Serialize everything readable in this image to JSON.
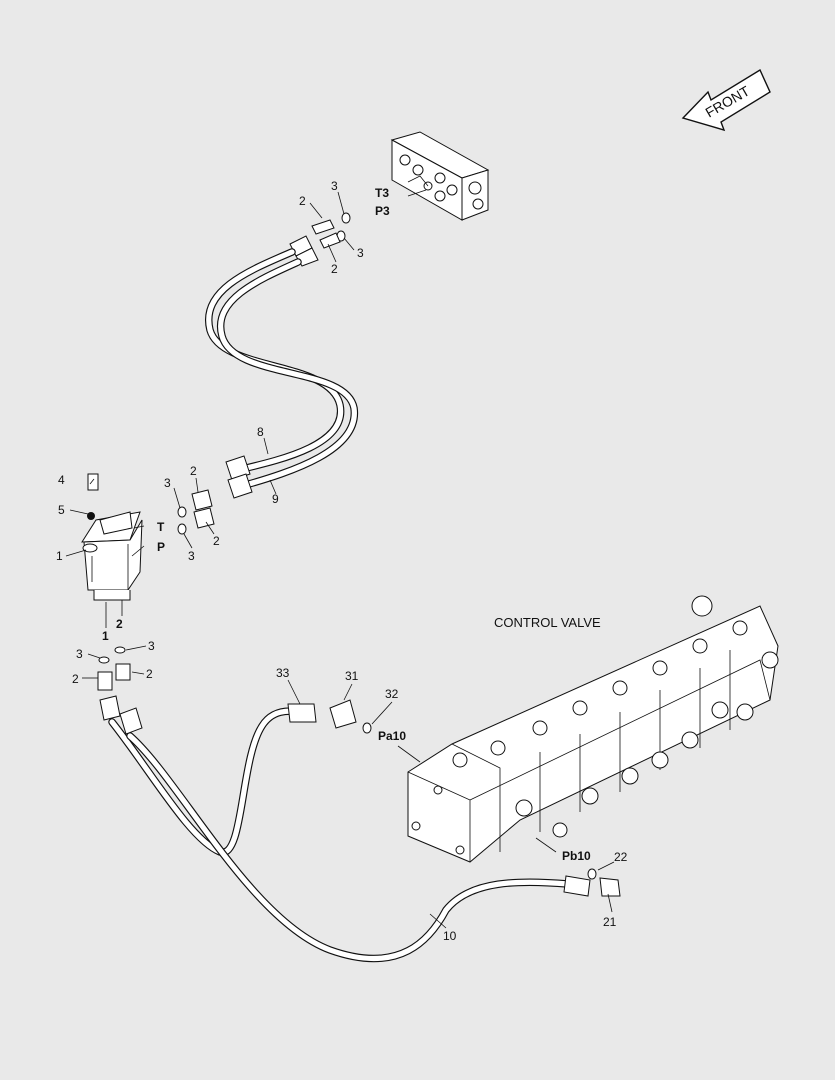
{
  "labels": {
    "front": "FRONT",
    "control_valve": "CONTROL VALVE",
    "port_t3": "T3",
    "port_p3": "P3",
    "port_t": "T",
    "port_p": "P",
    "port_1": "1",
    "port_2": "2",
    "port_pa10": "Pa10",
    "port_pb10": "Pb10"
  },
  "callouts": {
    "c_3_top": "3",
    "c_2_top_left": "2",
    "c_3_top_right": "3",
    "c_2_top_below": "2",
    "c_8": "8",
    "c_9": "9",
    "c_4": "4",
    "c_5": "5",
    "c_1": "1",
    "c_3_mid_upper": "3",
    "c_2_mid_upper": "2",
    "c_3_mid_lower": "3",
    "c_2_mid_lower": "2",
    "c_3_low_right": "3",
    "c_3_low_left": "3",
    "c_2_low_left": "2",
    "c_2_low_right": "2",
    "c_33": "33",
    "c_31": "31",
    "c_32": "32",
    "c_22": "22",
    "c_21": "21",
    "c_10": "10"
  }
}
